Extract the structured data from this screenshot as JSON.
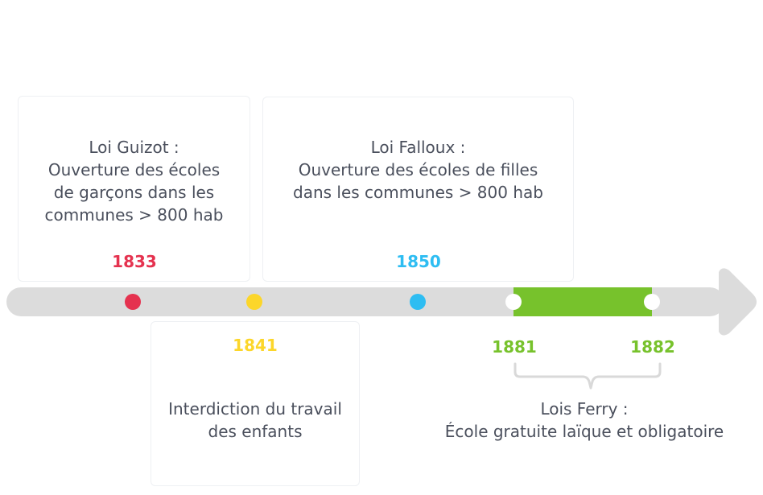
{
  "events": {
    "guizot": {
      "description": "Loi Guizot :\nOuverture des écoles\nde garçons dans les\ncommunes > 800 hab",
      "year": "1833",
      "color": "#e5324f"
    },
    "child_labor": {
      "description": "Interdiction du travail\ndes enfants",
      "year": "1841",
      "color": "#fcd62a"
    },
    "falloux": {
      "description": "Loi Falloux :\nOuverture des écoles de filles\ndans les communes > 800 hab",
      "year": "1850",
      "color": "#2ebdf2"
    },
    "ferry": {
      "description": "Lois Ferry :\nÉcole gratuite laïque et obligatoire",
      "year_start": "1881",
      "year_end": "1882",
      "color": "#77c22c"
    }
  },
  "colors": {
    "axis": "#dcdcdc",
    "text": "#4a4f5c",
    "card_border": "#eef0f3",
    "bracket": "#d9d9d9"
  }
}
